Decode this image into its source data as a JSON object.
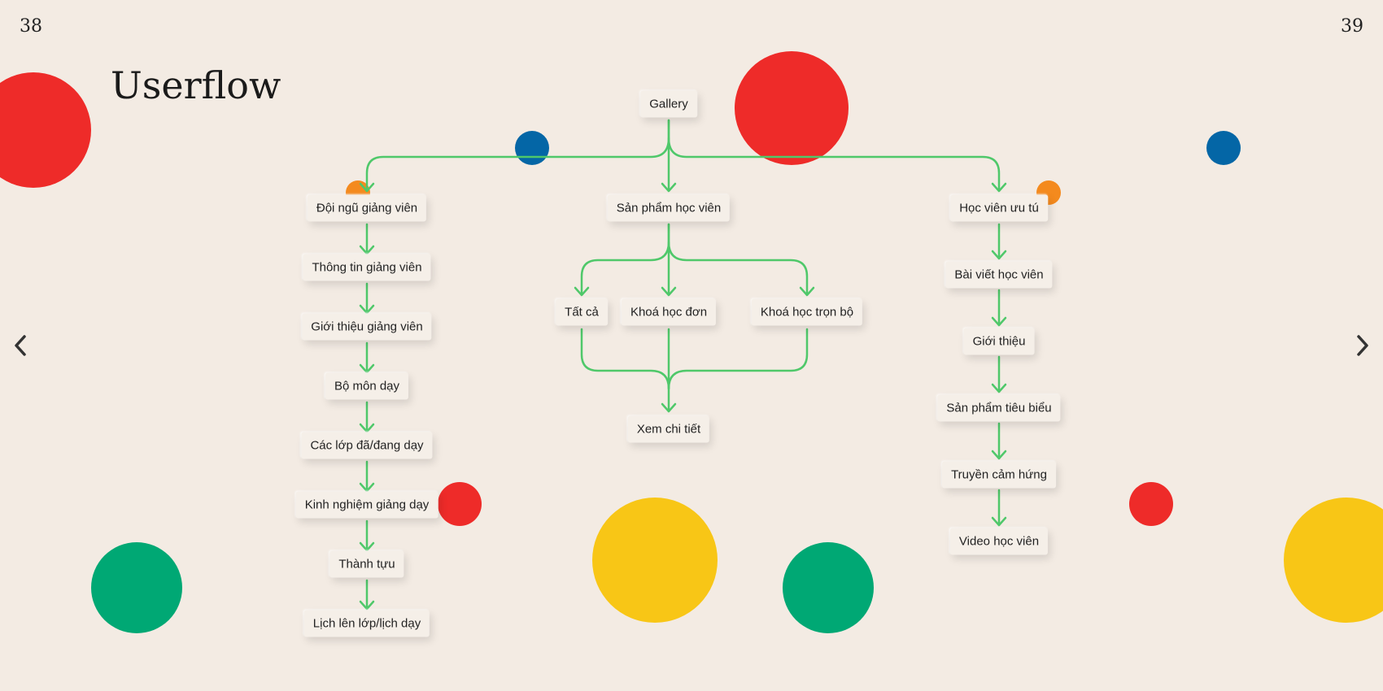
{
  "page": {
    "left_number": "38",
    "right_number": "39",
    "title": "Userflow"
  },
  "colors": {
    "background": "#f3ebe3",
    "connector": "#4fc86a",
    "red": "#ee2b29",
    "blue": "#0466a6",
    "orange": "#f48a1e",
    "yellow": "#f8c616",
    "green": "#00a874"
  },
  "nodes": {
    "gallery": "Gallery",
    "doi_ngu": "Đội ngũ giảng viên",
    "thong_tin": "Thông tin giảng viên",
    "gioi_thieu_gv": "Giới thiệu giảng viên",
    "bo_mon": "Bộ môn dạy",
    "cac_lop": "Các lớp đã/đang dạy",
    "kinh_nghiem": "Kinh nghiệm giảng dạy",
    "thanh_tuu": "Thành tựu",
    "lich": "Lịch lên lớp/lịch dạy",
    "san_pham": "Sản phẩm học viên",
    "tat_ca": "Tất cả",
    "khoa_don": "Khoá học đơn",
    "khoa_tron": "Khoá học trọn bộ",
    "xem_chi_tiet": "Xem chi tiết",
    "hoc_vien": "Học viên ưu tú",
    "bai_viet": "Bài viết học viên",
    "gioi_thieu": "Giới thiệu",
    "san_pham_tieu_bieu": "Sản phẩm tiêu biểu",
    "truyen_cam_hung": "Truyền cảm hứng",
    "video": "Video học viên"
  },
  "icons": {
    "prev": "chevron-left-icon",
    "next": "chevron-right-icon"
  }
}
